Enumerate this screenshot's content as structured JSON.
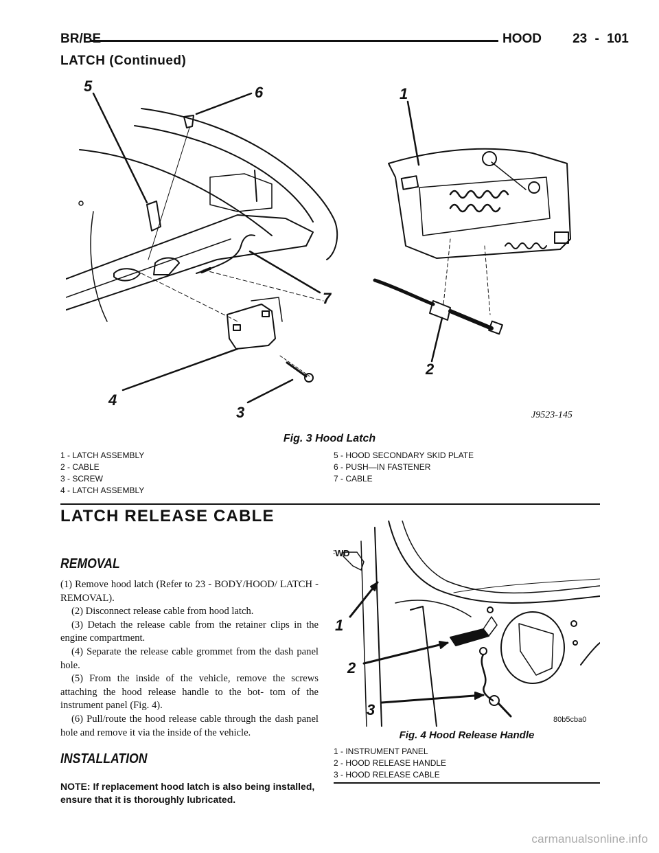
{
  "header": {
    "left": "BR/BE",
    "right": "HOOD    23 - 101",
    "continued": "LATCH (Continued)"
  },
  "fig3": {
    "callouts": [
      "5",
      "6",
      "1",
      "7",
      "2",
      "4",
      "3"
    ],
    "code": "J9523-145",
    "caption": "Fig. 3 Hood Latch",
    "legend_left": [
      "1 - LATCH ASSEMBLY",
      "2 - CABLE",
      "3 - SCREW",
      "4 - LATCH ASSEMBLY"
    ],
    "legend_right": [
      "5 - HOOD SECONDARY SKID PLATE",
      "6 - PUSH—IN FASTENER",
      "7 - CABLE"
    ]
  },
  "section": {
    "title": "LATCH RELEASE CABLE",
    "removal_heading": "REMOVAL",
    "removal_steps": [
      "(1) Remove hood latch (Refer to 23 - BODY/HOOD/ LATCH - REMOVAL).",
      "(2) Disconnect release cable from hood latch.",
      "(3) Detach the release cable from the retainer clips in the engine compartment.",
      "(4) Separate the release cable grommet from the dash panel hole.",
      "(5) From the inside of the vehicle, remove the screws attaching the hood release handle to the bot- tom of the instrument panel (Fig. 4).",
      "(6) Pull/route the hood release cable through the dash panel hole and remove it via the inside of the vehicle."
    ],
    "installation_heading": "INSTALLATION",
    "note": "NOTE: If replacement hood latch is also being installed, ensure that it is thoroughly lubricated."
  },
  "fig4": {
    "fwd": "FWD",
    "callouts": [
      "1",
      "2",
      "3"
    ],
    "code": "80b5cba0",
    "caption": "Fig. 4 Hood Release Handle",
    "legend": [
      "1 - INSTRUMENT PANEL",
      "2 - HOOD RELEASE HANDLE",
      "3 - HOOD RELEASE CABLE"
    ]
  },
  "watermark": "carmanualsonline.info"
}
